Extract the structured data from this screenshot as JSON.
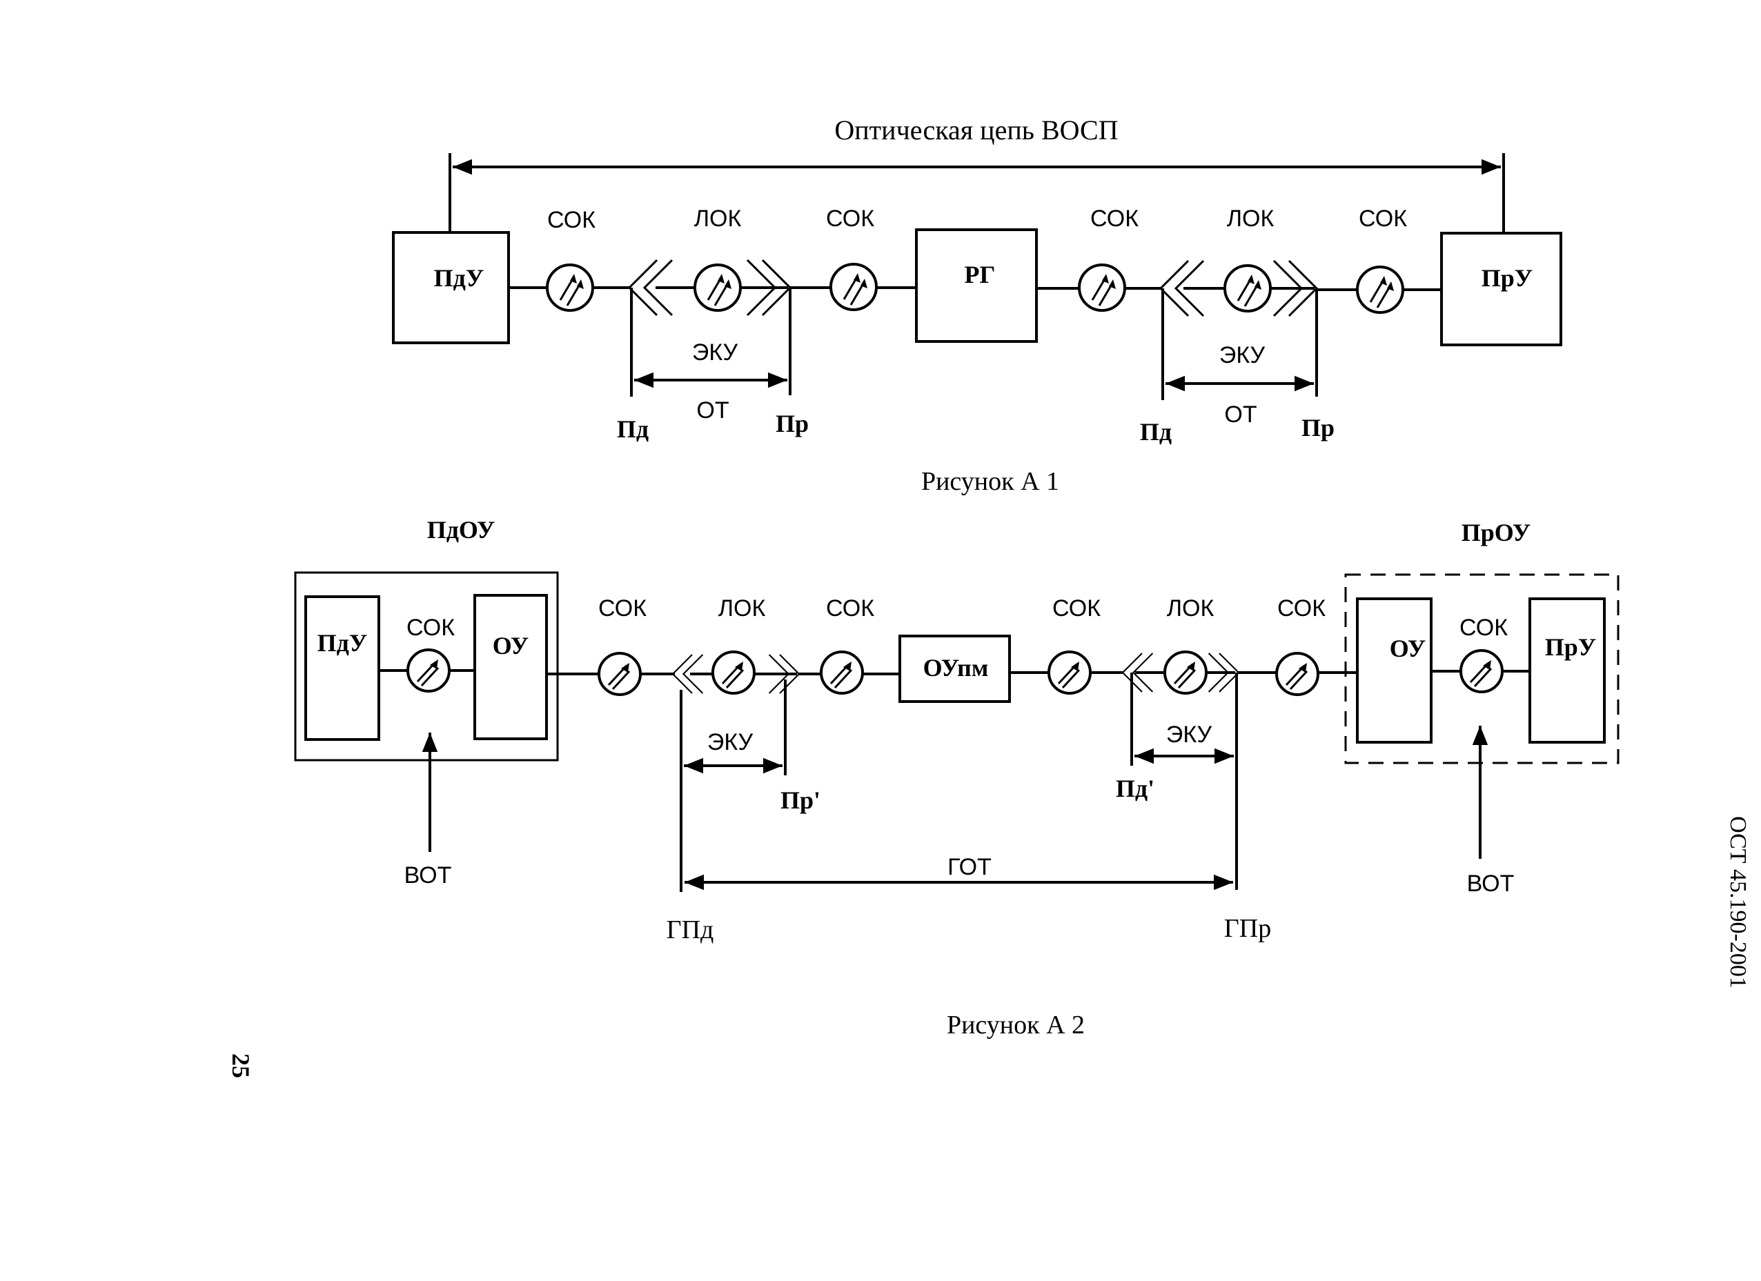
{
  "figure_a1": {
    "title": "Оптическая цепь ВОСП",
    "caption": "Рисунок А 1",
    "blocks": {
      "transmitter": "ПдУ",
      "regenerator": "РГ",
      "receiver": "ПрУ"
    },
    "labels": {
      "sok1": "СОК",
      "lok1": "ЛОК",
      "sok2": "СОК",
      "sok3": "СОК",
      "lok2": "ЛОК",
      "sok4": "СОК",
      "eku1": "ЭКУ",
      "ot1": "ОТ",
      "pd1": "Пд",
      "pr1": "Пр",
      "eku2": "ЭКУ",
      "ot2": "ОТ",
      "pd2": "Пд",
      "pr2": "Пр"
    }
  },
  "figure_a2": {
    "caption": "Рисунок А 2",
    "groups": {
      "transmit_group": "ПдОУ",
      "receive_group": "ПрОУ"
    },
    "blocks": {
      "transmitter": "ПдУ",
      "amp_left": "ОУ",
      "preamp": "ОУпм",
      "amp_right": "ОУ",
      "receiver": "ПрУ"
    },
    "labels": {
      "sok_in_left": "СОК",
      "sok1": "СОК",
      "lok1": "ЛОК",
      "sok2": "СОК",
      "sok3": "СОК",
      "lok2": "ЛОК",
      "sok4": "СОК",
      "sok_in_right": "СОК",
      "eku1": "ЭКУ",
      "pr_prime": "Пр'",
      "eku2": "ЭКУ",
      "pd_prime": "Пд'",
      "got": "ГОТ",
      "gpd": "ГПд",
      "gpr": "ГПр",
      "vot_left": "ВОТ",
      "vot_right": "ВОТ"
    }
  },
  "page": {
    "number": "25",
    "standard": "ОСТ 45.190-2001"
  }
}
